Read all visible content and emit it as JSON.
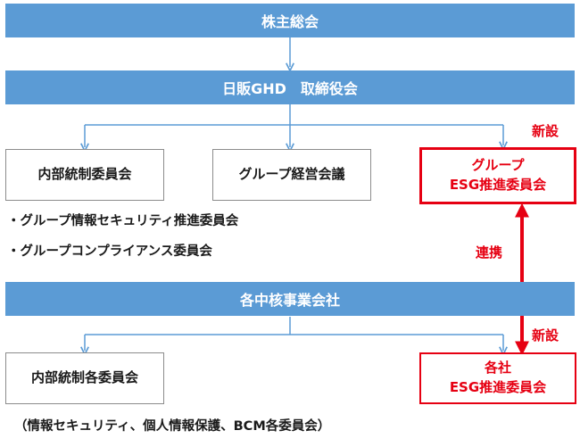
{
  "shareholders": "株主総会",
  "board": "日販GHD　取締役会",
  "gh_internal_control": "内部統制委員会",
  "group_management": "グループ経営会議",
  "group_esg": {
    "line1": "グループ",
    "line2": "ESG推進委員会"
  },
  "new_label_top": "新設",
  "notes": [
    "・グループ情報セキュリティ推進委員会",
    "・グループコンプライアンス委員会"
  ],
  "link_label": "連携",
  "core_companies": "各中核事業会社",
  "new_label_bottom": "新設",
  "company_internal_control": "内部統制各委員会",
  "company_esg": {
    "line1": "各社",
    "line2": "ESG推進委員会"
  },
  "bottom_note": "（情報セキュリティ、個人情報保護、BCM各委員会）",
  "colors": {
    "bar": "#5b9bd5",
    "connector": "#5b9bd5",
    "accent_red": "#e60012",
    "box_border": "#8c8c8c"
  }
}
